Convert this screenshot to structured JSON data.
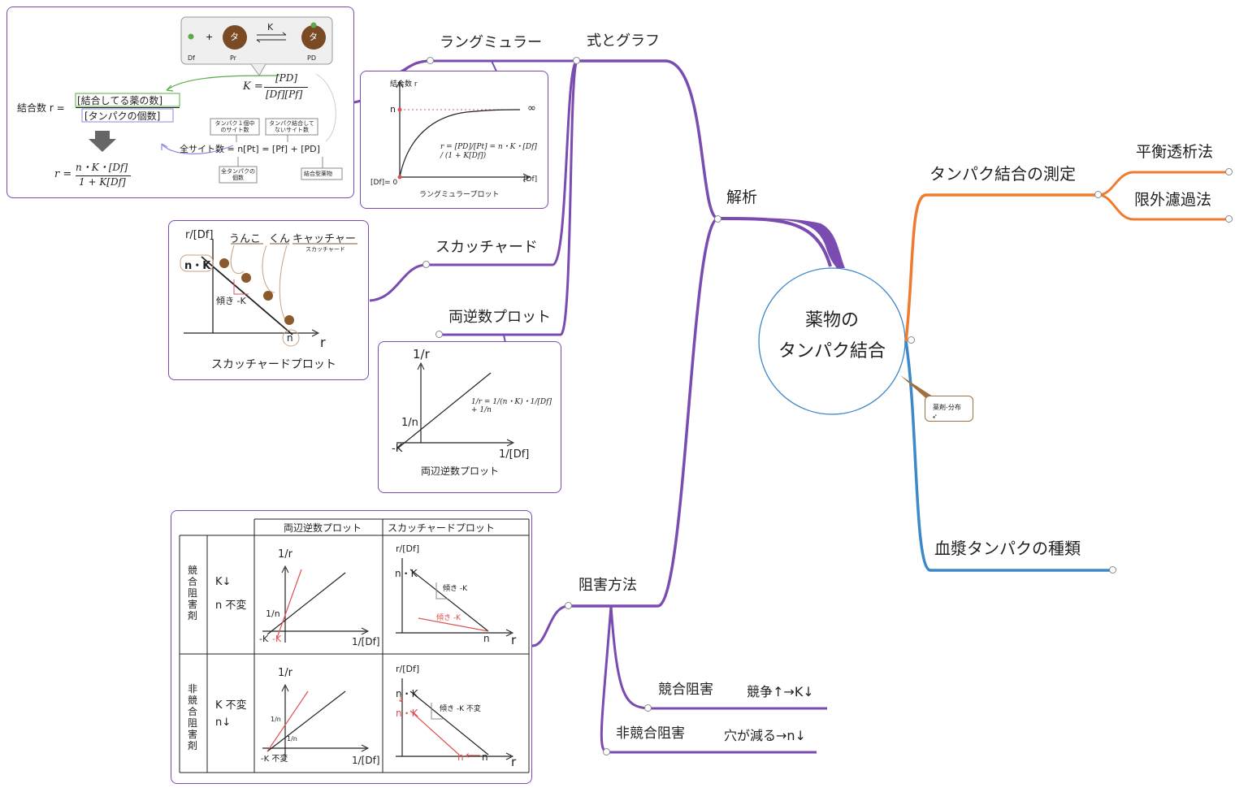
{
  "colors": {
    "purple": "#7a4bb0",
    "orange": "#ee7b2e",
    "blue": "#3d88c8",
    "circle": "#3d88c8",
    "red": "#e05050",
    "green": "#5aa94a"
  },
  "central": {
    "line1": "薬物の",
    "line2": "タンパク結合"
  },
  "callout": {
    "text": "薬剤-分布"
  },
  "branches": {
    "analysis": "解析",
    "formula_graph": "式とグラフ",
    "langmuir": "ラングミュラー",
    "scatchard": "スカッチャード",
    "double_reciprocal": "両逆数プロット",
    "inhibition": "阻害方法",
    "competitive": "競合阻害",
    "competitive_note": "競争↑→K↓",
    "noncompetitive": "非競合阻害",
    "noncompetitive_note": "穴が減る→n↓",
    "measurement": "タンパク結合の測定",
    "equilibrium_dialysis": "平衡透析法",
    "ultrafiltration": "限外濾過法",
    "plasma_proteins": "血漿タンパクの種類"
  },
  "formula_card": {
    "df": "Df",
    "pr": "Pr",
    "pd": "PD",
    "ta": "タ",
    "k": "K",
    "k_eq_lhs": "K =",
    "k_num": "[PD]",
    "k_den": "[Df][Pf]",
    "r_lhs": "結合数 r =",
    "r_num": "[結合してる薬の数]",
    "r_den": "[タンパクの個数]",
    "r2_lhs": "r =",
    "r2_num": "n・K・[Df]",
    "r2_den": "1 + K[Df]",
    "box1": "タンパク１個中のサイト数",
    "box2": "タンパク結合してないサイト数",
    "sites": "全サイト数 = n[Pt] = [Pf] + [PD]",
    "box3": "全タンパクの個数",
    "box4": "結合型薬物"
  },
  "langmuir_card": {
    "ylabel": "結合数 r",
    "n": "n",
    "inf": "∞",
    "origin": "[Df]= 0",
    "xlabel": "[Df]",
    "eq": "r = [PD]/[Pt] = n・K・[Df] / (1 + K[Df])",
    "caption": "ラングミュラープロット"
  },
  "scatchard_card": {
    "ylabel": "r/[Df]",
    "unko": "うんこ",
    "kun": "くん",
    "catcher": "キャッチャー",
    "catcher_sub": "スカッチャード",
    "nk": "n・K",
    "slope": "傾き -K",
    "n": "n",
    "xlabel": "r",
    "caption": "スカッチャードプロット"
  },
  "recip_card": {
    "ylabel": "1/r",
    "intercept": "1/n",
    "negk": "-K",
    "xlabel": "1/[Df]",
    "eq": "1/r = 1/(n・K)・1/[Df] + 1/n",
    "caption": "両辺逆数プロット"
  },
  "table_card": {
    "col1": "両辺逆数プロット",
    "col2": "スカッチャードプロット",
    "row1": "競合阻害剤",
    "row2": "非競合阻害剤",
    "row1_k": "K↓",
    "row1_n": "n 不変",
    "row2_k": "K 不変",
    "row2_n": "n↓",
    "y1": "1/r",
    "y2": "r/[Df]",
    "x1": "1/[Df]",
    "x2": "r",
    "inv_n": "1/n",
    "negk": "-K",
    "negk_red": "-K",
    "negk_const": "-K 不変",
    "nk": "n・K",
    "n": "n",
    "slope_k": "傾き -K",
    "slope_k_red": "傾き -K",
    "slope_k_const": "傾き -K 不変",
    "arrow_down": "↓",
    "arrow_left": "⟵"
  }
}
